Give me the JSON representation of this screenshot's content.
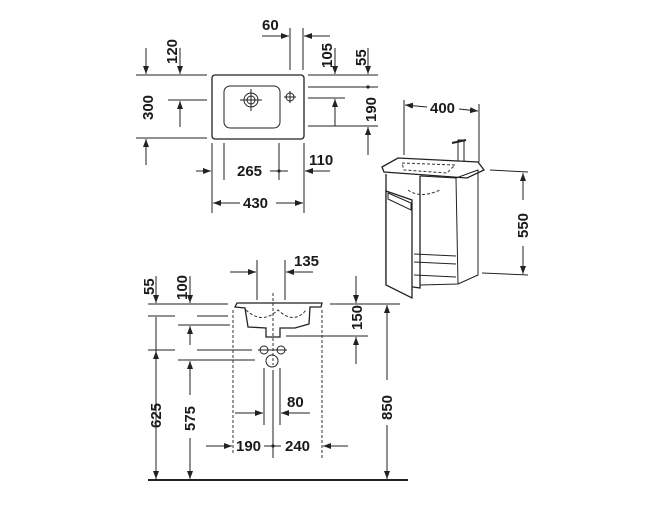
{
  "drawing": {
    "type": "technical dimension drawing",
    "subject": "wall-hung hand washbasin with vanity unit",
    "units": "mm",
    "colors": {
      "line": "#222222",
      "background": "#ffffff"
    }
  },
  "top_view": {
    "dims": {
      "width": "430",
      "depth": "300",
      "tap_offset_top": "120",
      "tap_hole_from_right": "60",
      "overflow_from_top": "105",
      "wall_to_front": "55",
      "bowl_depth": "190",
      "bowl_width": "265",
      "right_margin": "110"
    }
  },
  "cabinet_view": {
    "dims": {
      "width": "400",
      "height": "550"
    }
  },
  "front_view": {
    "dims": {
      "top_offset": "55",
      "outlet_offset": "100",
      "spacing": "135",
      "bowl_height": "150",
      "supply_height": "625",
      "waste_height": "575",
      "supply_spacing": "80",
      "left_to_center": "190",
      "center_to_right": "240",
      "total_height": "850"
    }
  }
}
